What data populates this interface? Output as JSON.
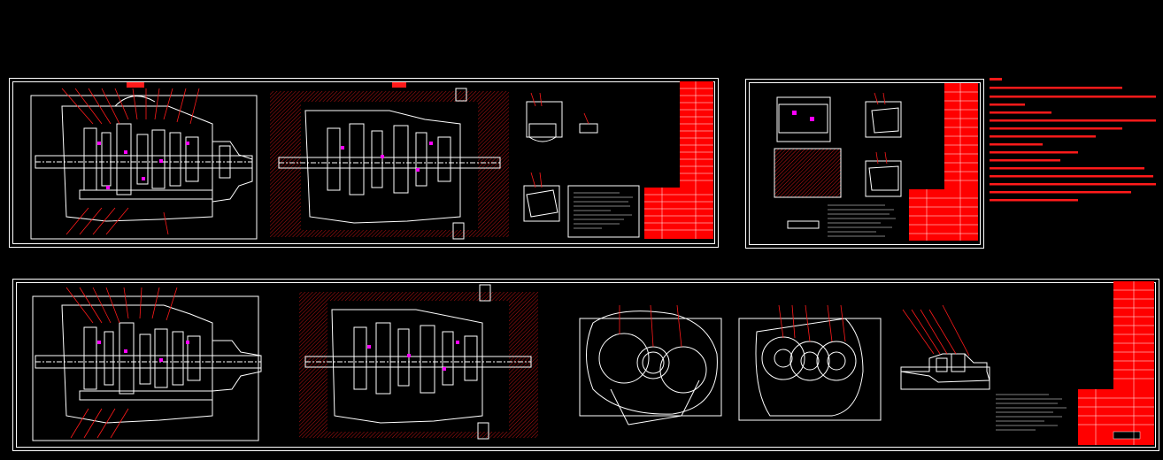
{
  "colors": {
    "background": "#000000",
    "linework": "#ffffff",
    "annotation": "#ff1a1a"
  },
  "sheets": [
    {
      "id": "sheet-top-left",
      "drawings": [
        "gearbox-assembly-section",
        "gearbox-assembly-exploded",
        "part-details",
        "technical-notes",
        "title-block"
      ]
    },
    {
      "id": "sheet-top-right",
      "drawings": [
        "part-details",
        "technical-notes",
        "title-block"
      ]
    },
    {
      "id": "sheet-bottom",
      "drawings": [
        "gearbox-assembly-section",
        "gearbox-assembly-exploded",
        "gear-layout-views",
        "shift-mechanism",
        "technical-notes",
        "title-block"
      ]
    }
  ]
}
